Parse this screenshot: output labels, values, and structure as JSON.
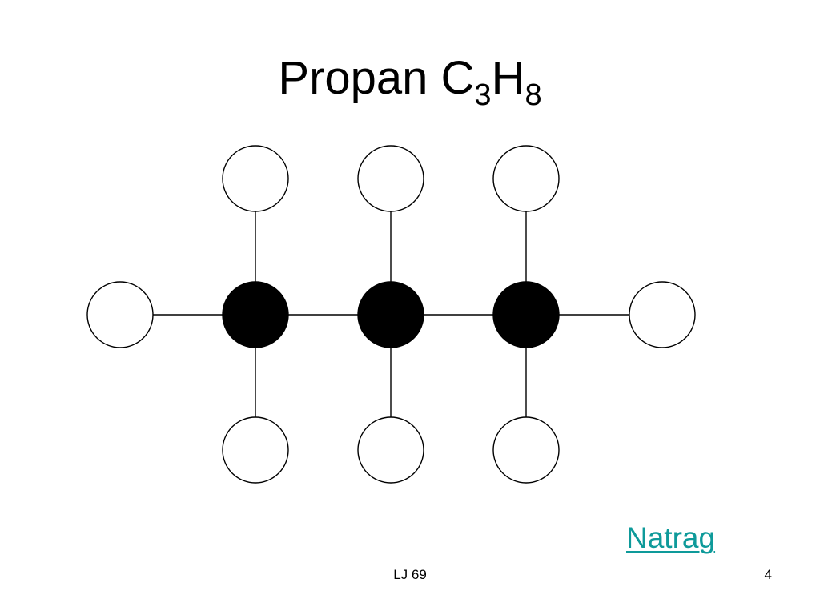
{
  "slide": {
    "title": {
      "text": "Propan C",
      "sub1": "3",
      "mid": "H",
      "sub2": "8"
    },
    "link_label": "Natrag",
    "footer": "LJ 69",
    "page_number": "4"
  },
  "molecule": {
    "atoms": [
      {
        "id": "c1",
        "element": "C"
      },
      {
        "id": "c2",
        "element": "C"
      },
      {
        "id": "c3",
        "element": "C"
      },
      {
        "id": "h1",
        "element": "H"
      },
      {
        "id": "h2",
        "element": "H"
      },
      {
        "id": "h3",
        "element": "H"
      },
      {
        "id": "h4",
        "element": "H"
      },
      {
        "id": "h5",
        "element": "H"
      },
      {
        "id": "h6",
        "element": "H"
      },
      {
        "id": "h7",
        "element": "H"
      },
      {
        "id": "h8",
        "element": "H"
      }
    ],
    "bonds": [
      [
        "c1",
        "c2"
      ],
      [
        "c2",
        "c3"
      ],
      [
        "h1",
        "c1"
      ],
      [
        "c3",
        "h2"
      ],
      [
        "h3",
        "c1"
      ],
      [
        "h4",
        "c2"
      ],
      [
        "h5",
        "c3"
      ],
      [
        "c1",
        "h6"
      ],
      [
        "c2",
        "h7"
      ],
      [
        "c3",
        "h8"
      ]
    ],
    "colors": {
      "carbon_fill": "#000000",
      "hydrogen_fill": "#ffffff",
      "stroke": "#000000"
    }
  }
}
